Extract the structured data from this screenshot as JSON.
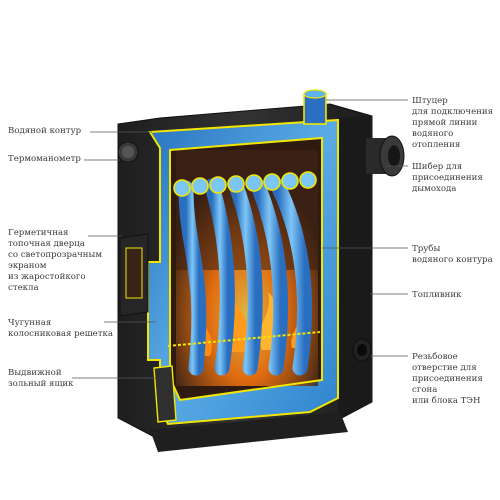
{
  "colors": {
    "background": "#ffffff",
    "body": "#2b2b2b",
    "body_dark": "#1b1b1b",
    "outline": "#f2e600",
    "water": "#2f8ed8",
    "water_light": "#5fb6f2",
    "firebox": "#3b2417",
    "fire": "#ff7a10",
    "label_text": "#3a3a3a",
    "leader": "#555555"
  },
  "labels": {
    "water_circuit": "Водяной контур",
    "thermometer": "Термоманометр",
    "door": "Герметичная\nтопочная дверца\nсо светопрозрачным\nэкраном\nиз жаростойкого\nстекла",
    "grate": "Чугунная\nколосниковая решетка",
    "ash_box": "Выдвижной\nзольный ящик",
    "fitting": "Штуцер\nдля подключения\nпрямой линии\nводяного\nотопления",
    "damper": "Шибер для\nприсоединения\nдымохода",
    "pipes": "Трубы\nводяного контура",
    "firebox": "Топливник",
    "threaded_hole": "Резьбовое\nотверстие для\nприсоединения\nсгона\nили блока ТЭН"
  },
  "icons": {
    "fitting": "pipe-fitting-icon",
    "chimney": "chimney-damper-icon",
    "fire": "fire-icon"
  }
}
